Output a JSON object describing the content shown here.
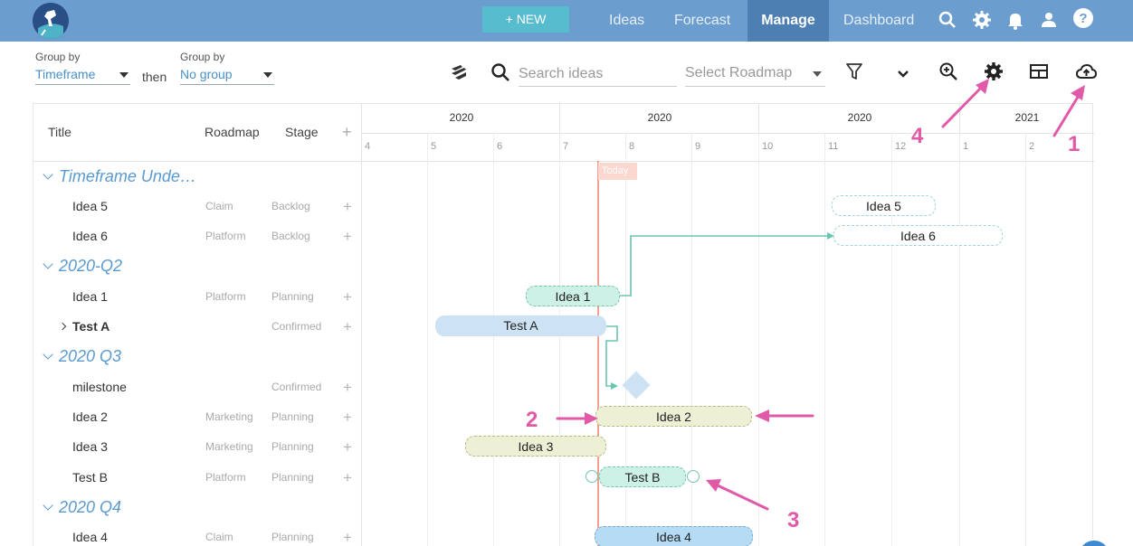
{
  "nav": {
    "new_label": "+ NEW",
    "links": [
      "Ideas",
      "Forecast",
      "Manage",
      "Dashboard"
    ],
    "active": "Manage"
  },
  "toolbar": {
    "group_by_label_1": "Group by",
    "group_by_value_1": "Timeframe",
    "then_label": "then",
    "group_by_label_2": "Group by",
    "group_by_value_2": "No group",
    "search_placeholder": "Search ideas",
    "roadmap_placeholder": "Select Roadmap"
  },
  "grid": {
    "columns": {
      "title": "Title",
      "roadmap": "Roadmap",
      "stage": "Stage"
    },
    "years": [
      "2020",
      "2020",
      "2020",
      "2021"
    ],
    "months": [
      "4",
      "5",
      "6",
      "7",
      "8",
      "9",
      "10",
      "11",
      "12",
      "1",
      "2"
    ],
    "today_label": "Today"
  },
  "groups": [
    {
      "title": "Timeframe Unde…",
      "items": [
        {
          "title": "Idea 5",
          "roadmap": "Claim",
          "stage": "Backlog"
        },
        {
          "title": "Idea 6",
          "roadmap": "Platform",
          "stage": "Backlog"
        }
      ]
    },
    {
      "title": "2020-Q2",
      "items": [
        {
          "title": "Idea 1",
          "roadmap": "Platform",
          "stage": "Planning"
        },
        {
          "title": "Test A",
          "roadmap": "",
          "stage": "Confirmed"
        }
      ]
    },
    {
      "title": "2020 Q3",
      "items": [
        {
          "title": "milestone",
          "roadmap": "",
          "stage": "Confirmed"
        },
        {
          "title": "Idea 2",
          "roadmap": "Marketing",
          "stage": "Planning"
        },
        {
          "title": "Idea 3",
          "roadmap": "Marketing",
          "stage": "Planning"
        },
        {
          "title": "Test B",
          "roadmap": "Platform",
          "stage": "Planning"
        }
      ]
    },
    {
      "title": "2020 Q4",
      "items": [
        {
          "title": "Idea 4",
          "roadmap": "Claim",
          "stage": "Planning"
        }
      ]
    }
  ],
  "bars": {
    "idea5": "Idea 5",
    "idea6": "Idea 6",
    "idea1": "Idea 1",
    "testA": "Test A",
    "idea2": "Idea 2",
    "idea3": "Idea 3",
    "testB": "Test B",
    "idea4": "Idea 4"
  },
  "annotations": [
    "1",
    "2",
    "3",
    "4"
  ],
  "colors": {
    "nav_bg": "#6b9ecf",
    "accent": "#5a9ad0",
    "annotation": "#e05aa8",
    "today": "#f2a091"
  }
}
